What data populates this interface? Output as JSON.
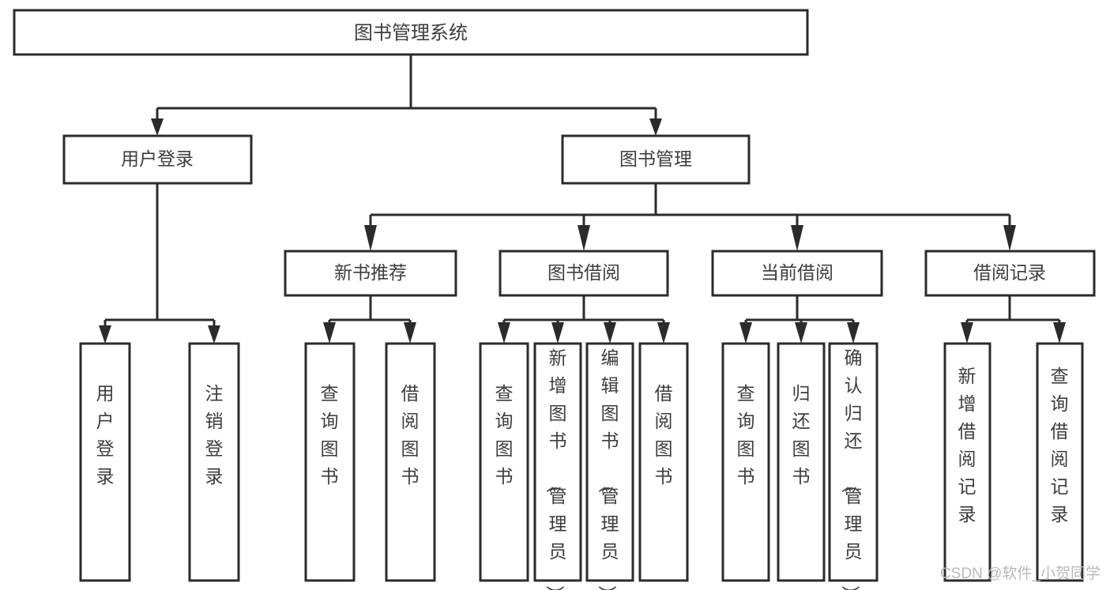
{
  "diagram": {
    "title": "图书管理系统",
    "watermark": "CSDN @软件_小贺同学",
    "colors": {
      "box_stroke": "#2b2b2b",
      "box_fill": "#ffffff",
      "text": "#3d3d3d",
      "background": "#ffffff",
      "watermark": "#b9b9b9"
    },
    "root": {
      "label": "图书管理系统",
      "children": [
        {
          "label": "用户登录",
          "children": [
            {
              "label": "用户登录"
            },
            {
              "label": "注销登录"
            }
          ]
        },
        {
          "label": "图书管理",
          "children": [
            {
              "label": "新书推荐",
              "children": [
                {
                  "label": "查询图书"
                },
                {
                  "label": "借阅图书"
                }
              ]
            },
            {
              "label": "图书借阅",
              "children": [
                {
                  "label": "查询图书"
                },
                {
                  "label": "新增图书（管理员）"
                },
                {
                  "label": "编辑图书（管理员）"
                },
                {
                  "label": "借阅图书"
                }
              ]
            },
            {
              "label": "当前借阅",
              "children": [
                {
                  "label": "查询图书"
                },
                {
                  "label": "归还图书"
                },
                {
                  "label": "确认归还（管理员）"
                }
              ]
            },
            {
              "label": "借阅记录",
              "children": [
                {
                  "label": "新增借阅记录"
                },
                {
                  "label": "查询借阅记录"
                }
              ]
            }
          ]
        }
      ]
    },
    "nodes": {
      "root_title": "图书管理系统",
      "level1": [
        "用户登录",
        "图书管理"
      ],
      "level2": [
        "新书推荐",
        "图书借阅",
        "当前借阅",
        "借阅记录"
      ],
      "leaves_user_login": [
        "用户登录",
        "注销登录"
      ],
      "leaves_new_books": [
        "查询图书",
        "借阅图书"
      ],
      "leaves_borrow": [
        "查询图书",
        "新增图书（管理员）",
        "编辑图书（管理员）",
        "借阅图书"
      ],
      "leaves_current": [
        "查询图书",
        "归还图书",
        "确认归还（管理员）"
      ],
      "leaves_records": [
        "新增借阅记录",
        "查询借阅记录"
      ]
    }
  }
}
